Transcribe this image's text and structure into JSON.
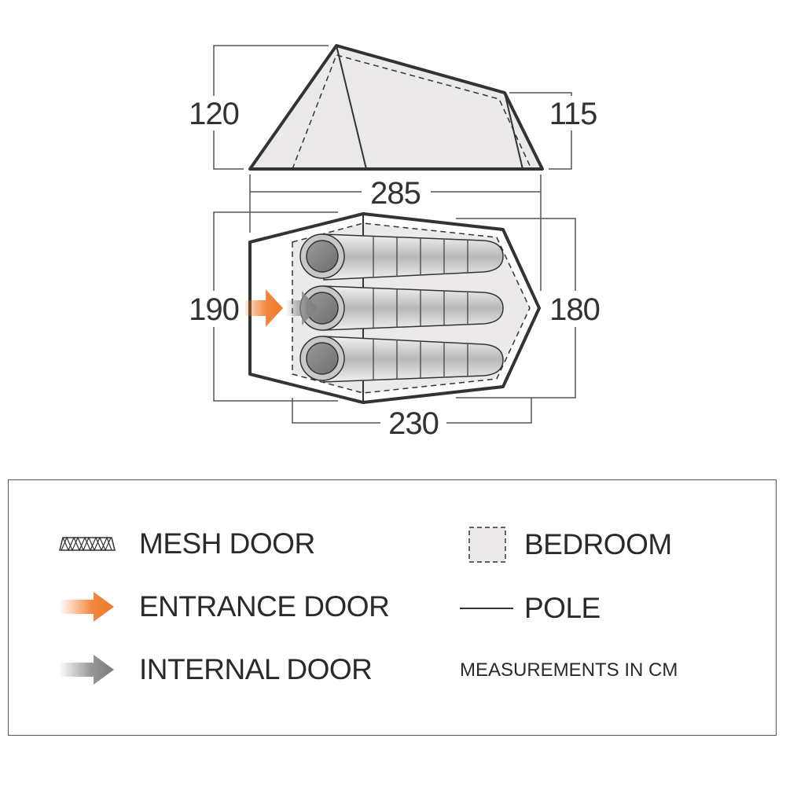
{
  "dimensions": {
    "side_height_front": "120",
    "side_height_rear": "115",
    "overall_length": "285",
    "floor_width_front": "190",
    "floor_width_rear": "180",
    "bedroom_length": "230"
  },
  "legend": {
    "mesh_door": "MESH DOOR",
    "entrance_door": "ENTRANCE DOOR",
    "internal_door": "INTERNAL DOOR",
    "bedroom": "BEDROOM",
    "pole": "POLE",
    "units_note": "MEASUREMENTS IN CM"
  },
  "colors": {
    "outline": "#333333",
    "fill": "#e8e8e8",
    "entrance_arrow": "#f07a2a",
    "internal_arrow": "#8a8a8a"
  },
  "icons": [
    "mesh-door-icon",
    "entrance-arrow-icon",
    "internal-arrow-icon",
    "bedroom-swatch-icon",
    "pole-line-icon"
  ]
}
